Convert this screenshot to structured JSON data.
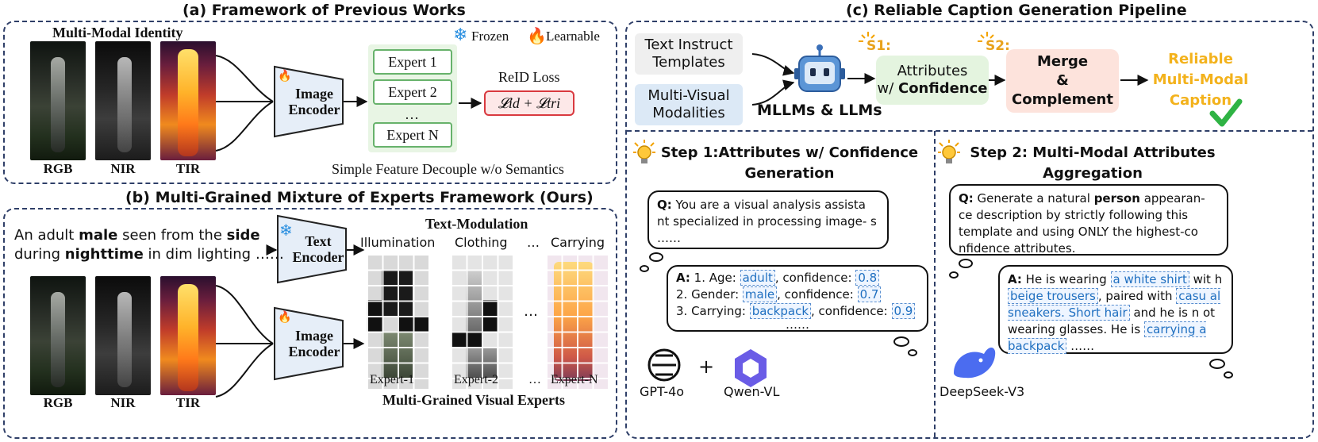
{
  "panel_a": {
    "title": "(a) Framework of Previous Works",
    "subtitle": "Multi-Modal Identity",
    "legend_frozen": "Frozen",
    "legend_learnable": "Learnable",
    "encoder": "Image Encoder",
    "experts": [
      "Expert 1",
      "Expert 2",
      "…",
      "Expert N"
    ],
    "loss_title": "ReID Loss",
    "loss_formula": "𝓛id + 𝓛tri",
    "caption": "Simple Feature Decouple w/o Semantics",
    "modalities": [
      "RGB",
      "NIR",
      "TIR"
    ]
  },
  "panel_b": {
    "title": "(b) Multi-Grained Mixture of Experts Framework (Ours)",
    "caption_line1": {
      "p1": "An adult ",
      "b1": "male",
      "p2": " seen from the ",
      "b2": "side"
    },
    "caption_line2": {
      "p1": "during ",
      "b1": "nighttime",
      "p2": " in dim lighting ……"
    },
    "text_encoder": "Text Encoder",
    "image_encoder": "Image Encoder",
    "modulation_title": "Text-Modulation",
    "attributes": [
      "Illumination",
      "Clothing",
      "…",
      "Carrying"
    ],
    "experts": [
      "Expert-1",
      "Expert-2",
      "…",
      "Expert-N"
    ],
    "visual_experts_title": "Multi-Grained Visual Experts",
    "ellipsis": "…",
    "modalities": [
      "RGB",
      "NIR",
      "TIR"
    ]
  },
  "panel_c": {
    "title": "(c) Reliable Caption Generation Pipeline",
    "input1": "Text Instruct Templates",
    "input2": "Multi-Visual Modalities",
    "mllm_label": "MLLMs & LLMs",
    "s1": "S1:",
    "s2": "S2:",
    "attr_box_line1": "Attributes",
    "attr_box_line2_plain": "w/ ",
    "attr_box_line2_bold": "Confidence",
    "merge_line1": "Merge",
    "merge_line2": "&",
    "merge_line3": "Complement",
    "output": "Reliable Multi-Modal Caption"
  },
  "step1": {
    "title_line1": "Step 1:Attributes w/ Confidence",
    "title_line2": "Generation",
    "q_label": "Q:",
    "q_text": " You are a visual analysis assista nt specialized in processing image- s ……",
    "a_label": "A:",
    "a_rows": [
      {
        "prefix": "1. Age: ",
        "value": "adult",
        "mid": ", confidence: ",
        "conf": "0.8"
      },
      {
        "prefix": "2. Gender: ",
        "value": "male",
        "mid": ", confidence: ",
        "conf": "0.7"
      },
      {
        "prefix": "3. Carrying: ",
        "value": "backpack",
        "mid": ", confidence: ",
        "conf": "0.9"
      }
    ],
    "a_more": "……",
    "models": [
      "GPT-4o",
      "Qwen-VL"
    ],
    "plus": "+"
  },
  "step2": {
    "title_line1": "Step 2: Multi-Modal Attributes",
    "title_line2": "Aggregation",
    "q_label": "Q:",
    "q_p1": " Generate a natural ",
    "q_bold": "person",
    "q_p2": " appearan- ce description by strictly following this template and using ONLY the highest-co nfidence attributes.",
    "a_label": "A:",
    "a_p1": " He is wearing ",
    "a_h1": "a white shirt",
    "a_p2": " wit h ",
    "a_h2": "beige trousers",
    "a_p3": ", paired with ",
    "a_h3": "casu al sneakers. Short hair",
    "a_p4": " and he is n ot wearing glasses. He is ",
    "a_h4": "carrying a backpack",
    "a_p5": " ……",
    "model": "DeepSeek-V3"
  },
  "colors": {
    "panel_border": "#2f3f68",
    "expert_green": "#67b26b",
    "loss_red": "#d9393f",
    "highlight_blue": "#1f6fc0",
    "output_yellow": "#f3b21c",
    "check_green": "#2fb344"
  }
}
